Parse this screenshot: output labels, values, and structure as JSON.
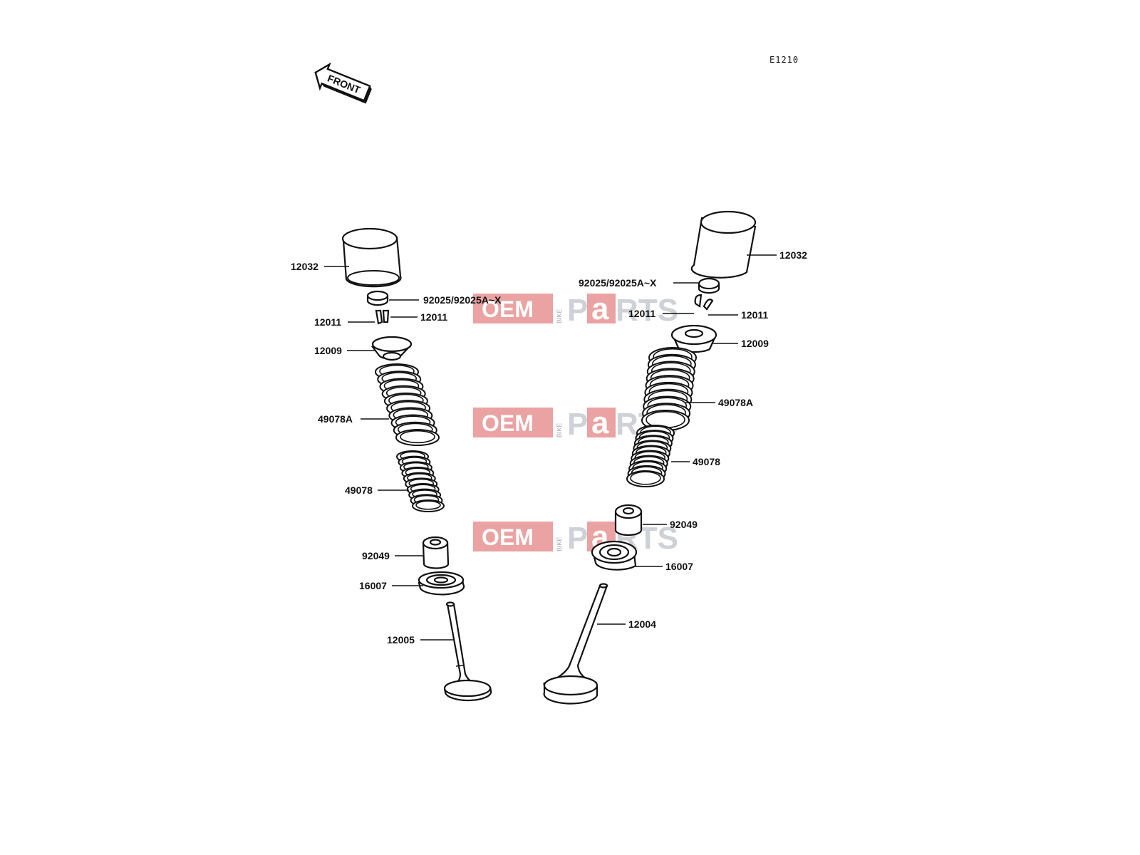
{
  "diagram_code": "E1210",
  "front_arrow_label": "FRONT",
  "watermark": {
    "oem": "OEM",
    "bike": "BIKE",
    "parts_p": "P",
    "parts_a": "a",
    "parts_rts": "RTS"
  },
  "left_labels": {
    "tappet": "12032",
    "shim": "92025/92025A~X",
    "keeper_left": "12011",
    "keeper_right": "12011",
    "retainer": "12009",
    "outer_spring": "49078A",
    "inner_spring": "49078",
    "stem_seal": "92049",
    "spring_seat": "16007",
    "valve": "12005"
  },
  "right_labels": {
    "tappet": "12032",
    "shim": "92025/92025A~X",
    "keeper_left": "12011",
    "keeper_right": "12011",
    "retainer": "12009",
    "outer_spring": "49078A",
    "inner_spring": "49078",
    "stem_seal": "92049",
    "spring_seat": "16007",
    "valve": "12004"
  }
}
